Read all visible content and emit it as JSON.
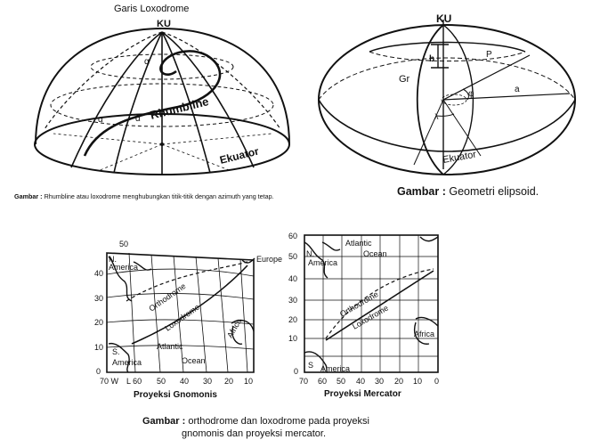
{
  "figure1": {
    "title": "Garis Loxodrome",
    "labels": {
      "ku": "KU",
      "rhumbline": "Rhumbline",
      "ekuator": "Ekuator",
      "alpha": "α"
    },
    "caption_bold": "Gambar :",
    "caption_text": "Rhumbline atau loxodrome menghubungkan titik-titik dengan azimuth yang tetap."
  },
  "figure2": {
    "labels": {
      "ku": "KU",
      "gr": "Gr",
      "b": "b",
      "p": "P",
      "a": "a",
      "phi": "φ",
      "lambda": "λ",
      "ekuator": "Ekuator"
    },
    "caption_bold": "Gambar :",
    "caption_text": "Geometri elipsoid."
  },
  "gnomonic": {
    "title": "Proyeksi Gnomonis",
    "top_tick": "50",
    "y_ticks": [
      "40",
      "30",
      "20",
      "10",
      "0"
    ],
    "x_ticks": [
      "70 W",
      "L 60",
      "50",
      "40",
      "30",
      "20",
      "10"
    ],
    "labels": {
      "n_america_1": "N.",
      "n_america_2": "America",
      "europe": "Europe",
      "orthodrome": "Orthodrome",
      "loxodrome": "Loxodrome",
      "atlantic": "Atlantic",
      "ocean": "Ocean",
      "s_america_1": "S.",
      "s_america_2": "America",
      "africa": "Africa"
    }
  },
  "mercator": {
    "title": "Proyeksi Mercator",
    "y_ticks": [
      "60",
      "50",
      "40",
      "30",
      "20",
      "10",
      "0"
    ],
    "x_ticks": [
      "70",
      "60",
      "50",
      "40",
      "30",
      "20",
      "10",
      "0"
    ],
    "labels": {
      "n": "N.",
      "america": "America",
      "atlantic": "Atlantic",
      "ocean": "Ocean",
      "orthodrome": "Orthodrome",
      "loxodrome": "Loxodrome",
      "africa": "Africa",
      "s": "S",
      "s_america": "America"
    }
  },
  "figure3": {
    "caption_bold": "Gambar :",
    "caption_line1": "orthodrome dan loxodrome pada proyeksi",
    "caption_line2": "gnomonis dan proyeksi mercator."
  }
}
